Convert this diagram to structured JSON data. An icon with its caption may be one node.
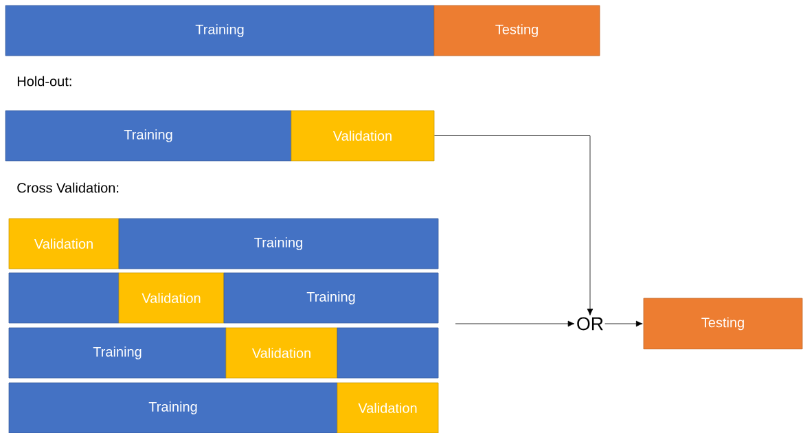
{
  "diagram": {
    "nodes": [
      {
        "text": [
          "Training"
        ]
      },
      {
        "text": [
          "Testing"
        ]
      },
      {
        "text": [
          "Training"
        ]
      },
      {
        "text": [
          "Validation"
        ]
      },
      {
        "text": [
          "Validation"
        ]
      },
      {
        "text": [
          "Training"
        ]
      },
      {
        "text": [],
        "shape": "box"
      },
      {
        "text": [
          "Validation"
        ]
      },
      {
        "text": [
          "Training"
        ]
      },
      {
        "text": [
          "Training"
        ]
      },
      {
        "text": [
          "Validation"
        ]
      },
      {
        "text": [],
        "shape": "box"
      },
      {
        "text": [
          "Training"
        ]
      },
      {
        "text": [
          "Validation"
        ]
      },
      {
        "text": [
          "OR"
        ]
      },
      {
        "text": [
          "Testing"
        ]
      }
    ],
    "edges": [
      {
        "from": 3,
        "to": 14,
        "arrow": "to"
      },
      {
        "from": null,
        "to": 14,
        "arrow": "to"
      },
      {
        "from": 14,
        "to": 15,
        "arrow": "to"
      }
    ],
    "labels": [
      "Hold-out:",
      "Cross Validation:"
    ]
  }
}
